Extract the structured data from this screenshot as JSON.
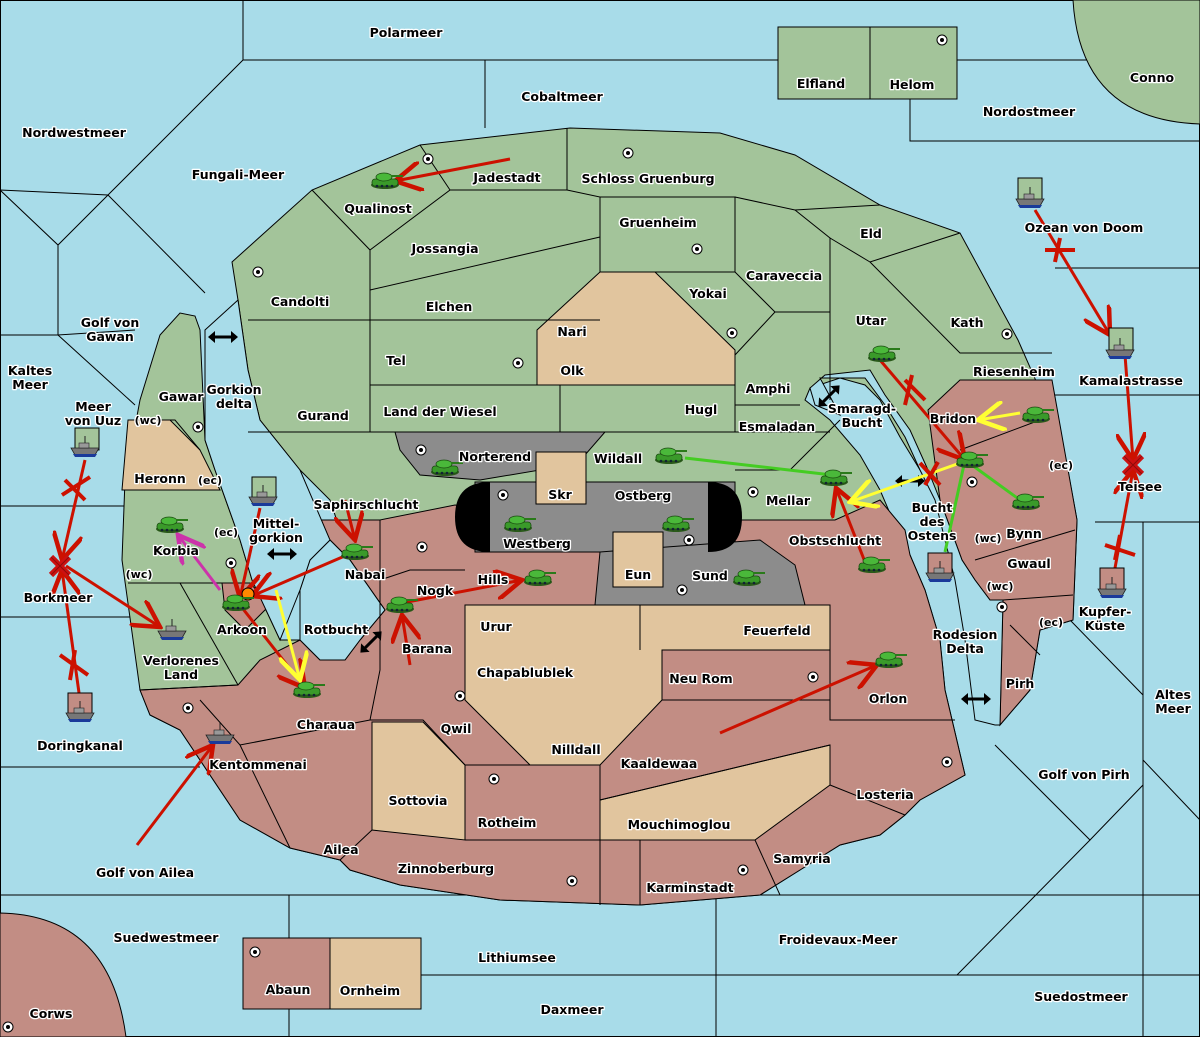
{
  "game": "Diplomacy",
  "colors": {
    "sea": "#a8dce9",
    "power_green": "#a3c49a",
    "power_red": "#c28d84",
    "neutral": "#e1c59e",
    "impassable_gray": "#8c8c8c",
    "impassable_black": "#000000",
    "order_move": "#cc1100",
    "order_support": "#ffff33",
    "order_convoy_green": "#44cc22",
    "order_magenta": "#cc33aa"
  },
  "seas": [
    {
      "name": "Polarmeer"
    },
    {
      "name": "Cobaltmeer"
    },
    {
      "name": "Nordwestmeer"
    },
    {
      "name": "Fungali-Meer"
    },
    {
      "name": "Nordostmeer"
    },
    {
      "name": "Golf von Gawan"
    },
    {
      "name": "Kaltes Meer"
    },
    {
      "name": "Meer von Uuz"
    },
    {
      "name": "Gorkion delta"
    },
    {
      "name": "Mittel-gorkion"
    },
    {
      "name": "Borkmeer"
    },
    {
      "name": "Doringkanal"
    },
    {
      "name": "Golf von Ailea"
    },
    {
      "name": "Suedwestmeer"
    },
    {
      "name": "Lithiumsee"
    },
    {
      "name": "Daxmeer"
    },
    {
      "name": "Froidevaux-Meer"
    },
    {
      "name": "Suedostmeer"
    },
    {
      "name": "Golf von Pirh"
    },
    {
      "name": "Altes Meer"
    },
    {
      "name": "Kupfer-Küste"
    },
    {
      "name": "Teisee"
    },
    {
      "name": "Kamalastrasse"
    },
    {
      "name": "Ozean von Doom"
    },
    {
      "name": "Smaragd-Bucht"
    },
    {
      "name": "Bucht des Ostens"
    },
    {
      "name": "Rodesion Delta"
    },
    {
      "name": "Rotbucht"
    }
  ],
  "labels": {
    "polarmeer": "Polarmeer",
    "cobaltmeer": "Cobaltmeer",
    "nordwestmeer": "Nordwestmeer",
    "fungali": "Fungali-Meer",
    "nordostmeer": "Nordostmeer",
    "elfland": "Elfland",
    "helom": "Helom",
    "conno": "Conno",
    "golf_gawan_1": "Golf von",
    "golf_gawan_2": "Gawan",
    "kaltes_1": "Kaltes",
    "kaltes_2": "Meer",
    "uuz_1": "Meer",
    "uuz_2": "von Uuz",
    "gorkion_1": "Gorkion",
    "gorkion_2": "delta",
    "mittel_1": "Mittel-",
    "mittel_2": "gorkion",
    "borkmeer": "Borkmeer",
    "doringkanal": "Doringkanal",
    "golf_ailea": "Golf von Ailea",
    "suedwestmeer": "Suedwestmeer",
    "lithiumsee": "Lithiumsee",
    "daxmeer": "Daxmeer",
    "froidevaux": "Froidevaux-Meer",
    "suedostmeer": "Suedostmeer",
    "golf_pirh": "Golf von Pirh",
    "altes_1": "Altes",
    "altes_2": "Meer",
    "kupfer_1": "Kupfer-",
    "kupfer_2": "Küste",
    "teisee": "Teisee",
    "kamala": "Kamalastrasse",
    "ozean": "Ozean von Doom",
    "smaragd_1": "Smaragd-",
    "smaragd_2": "Bucht",
    "bucht_1": "Bucht",
    "bucht_2": "des",
    "bucht_3": "Ostens",
    "rodesion_1": "Rodesion",
    "rodesion_2": "Delta",
    "rotbucht": "Rotbucht",
    "corws": "Corws",
    "abaun": "Abaun",
    "ornheim": "Ornheim",
    "qualinost": "Qualinost",
    "jadestadt": "Jadestadt",
    "schloss": "Schloss Gruenburg",
    "candolti": "Candolti",
    "jossangia": "Jossangia",
    "gruenheim": "Gruenheim",
    "eld": "Eld",
    "caraveccia": "Caraveccia",
    "yokai": "Yokai",
    "elchen": "Elchen",
    "nari": "Nari",
    "olk": "Olk",
    "tel": "Tel",
    "utar": "Utar",
    "kath": "Kath",
    "gurand": "Gurand",
    "land_wiesel": "Land der Wiesel",
    "hugl": "Hugl",
    "amphi": "Amphi",
    "riesenheim": "Riesenheim",
    "esmaladan": "Esmaladan",
    "bridon": "Bridon",
    "gawar": "Gawar",
    "heronn": "Heronn",
    "norterend": "Norterend",
    "wildall": "Wildall",
    "skr": "Skr",
    "ostberg": "Ostberg",
    "westberg": "Westberg",
    "mellar": "Mellar",
    "saphir": "Saphirschlucht",
    "korbia": "Korbia",
    "nabai": "Nabai",
    "arkoon": "Arkoon",
    "hills": "Hills",
    "nogk": "Nogk",
    "eun": "Eun",
    "sund": "Sund",
    "obstschlucht": "Obstschlucht",
    "bynn": "Bynn",
    "gwaul": "Gwaul",
    "verlorenes_1": "Verlorenes",
    "verlorenes_2": "Land",
    "barana": "Barana",
    "urur": "Urur",
    "feuerfeld": "Feuerfeld",
    "chapablublek": "Chapablublek",
    "neu_rom": "Neu Rom",
    "charaua": "Charaua",
    "qwil": "Qwil",
    "orlon": "Orlon",
    "pirh": "Pirh",
    "nilldall": "Nilldall",
    "kentommenai": "Kentommenai",
    "kaaldewaa": "Kaaldewaa",
    "losteria": "Losteria",
    "sottovia": "Sottovia",
    "rotheim": "Rotheim",
    "mouchimoglou": "Mouchimoglou",
    "ailea": "Ailea",
    "samyria": "Samyria",
    "zinnoberburg": "Zinnoberburg",
    "karminstadt": "Karminstadt",
    "wc": "(wc)",
    "ec": "(ec)"
  }
}
